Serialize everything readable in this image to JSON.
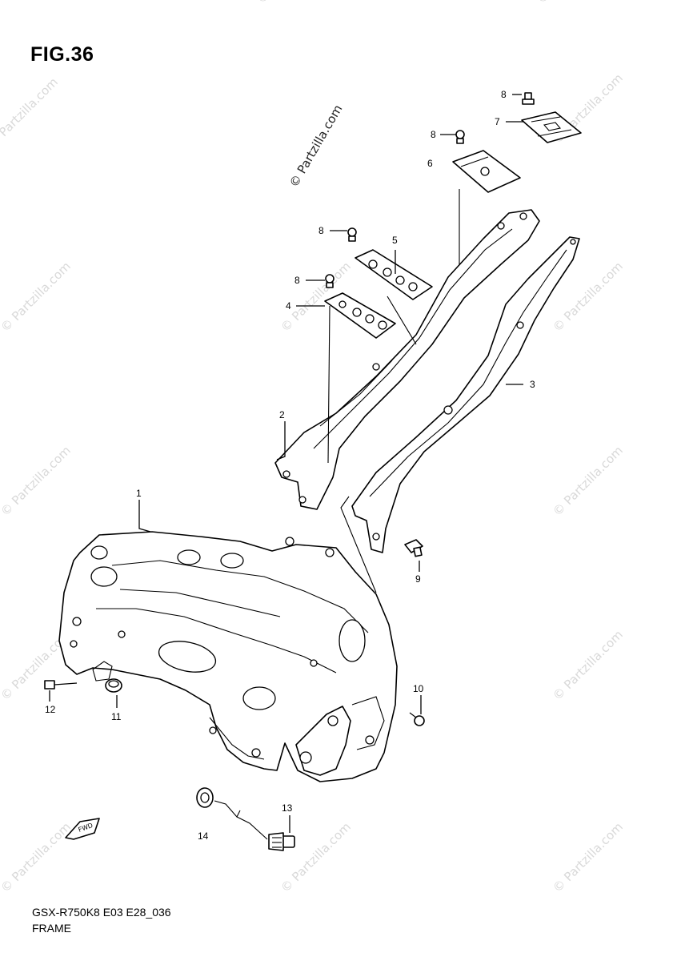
{
  "figure": {
    "title": "FIG.36",
    "model_code": "GSX-R750K8 E03 E28_036",
    "section_name": "FRAME"
  },
  "watermark": {
    "main_text": "© Partzilla.com",
    "tiled_text": "© Partzilla.com",
    "color": "#d9d9d9"
  },
  "callouts": {
    "c1": "1",
    "c2": "2",
    "c3": "3",
    "c4": "4",
    "c5": "5",
    "c6": "6",
    "c7": "7",
    "c8a": "8",
    "c8b": "8",
    "c8c": "8",
    "c8d": "8",
    "c9": "9",
    "c10": "10",
    "c11": "11",
    "c12": "12",
    "c13": "13",
    "c14": "14"
  },
  "fwd_icon": {
    "label": "FWD"
  }
}
